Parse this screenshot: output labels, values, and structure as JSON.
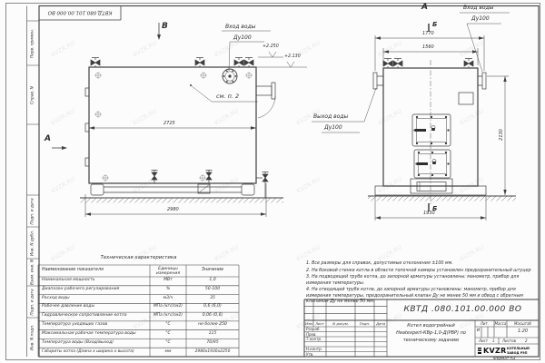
{
  "meta": {
    "watermark": "KVZR.RU"
  },
  "frame": {
    "top_stamp": "КВТД.080.101.00.000 ВО",
    "side_labels": [
      "Перв. примен.",
      "Справ. N",
      "Подп. и дата",
      "Инв. N дубл.",
      "Взам. инв. N",
      "Подп. и дата",
      "Инв. N подл."
    ],
    "format_label": "Формат А3"
  },
  "views": {
    "side": {
      "view_arrow_b": "В",
      "view_arrow_a": "А",
      "inlet_title": "Вход воды",
      "inlet_dn": "Ду100",
      "see_note": "см. п. 2",
      "dim_inner": "2725",
      "dim_length": "2980",
      "elev_top": "+2.250",
      "elev_body": "+2.130"
    },
    "front": {
      "view_label": "А",
      "section_mark": "Б",
      "section_mark_bottom": "Б",
      "inlet_title": "Вход воды",
      "inlet_dn": "Ду100",
      "outlet_title": "Выход воды",
      "outlet_dn": "Ду100",
      "dim_flanges": "1770",
      "dim_top": "1560",
      "dim_width": "1930",
      "dim_height": "2130"
    }
  },
  "tech_table": {
    "title": "Техническая характеристика",
    "headers": [
      "Наименование показателя",
      "Единицы измерения",
      "Значение"
    ],
    "rows": [
      [
        "Номинальная мощность",
        "МВт",
        "1,0"
      ],
      [
        "Диапазон рабочего регулирования",
        "%",
        "50-100"
      ],
      [
        "Расход воды",
        "м3/ч",
        "35"
      ],
      [
        "Рабочее давление воды",
        "МПа (кгс/см2)",
        "0,6 (6,0)"
      ],
      [
        "Гидравлическое сопротивление котла",
        "МПа (кгс/см2)",
        "0,06 (0,6)"
      ],
      [
        "Температура уходящих газов",
        "°С",
        "не более 250"
      ],
      [
        "Максимальная рабочая температура воды",
        "°С",
        "115"
      ],
      [
        "Температура воды (Вход/выход)",
        "°С",
        "70/95"
      ],
      [
        "Габариты котла (Длина х ширина х высота)",
        "мм",
        "2980х1930х2250"
      ]
    ]
  },
  "notes": [
    "1. Все размеры для справок, допустимые отклонения ±100 мм.",
    "2. На боковой стенке котла в области топочной камеры установлен предохранительный штуцер",
    "3. На подводящей трубе котла, до запорной арматуры установлены: манометр, прибор для измерения температуры.",
    "4. На отводящей трубе котла, до запорной арматуры установлены: манометр, прибор для измерения температуры, предохранительный клапан Ду не менее 50 мм и обвод с обратным клапаном Ду не менее 50 мм."
  ],
  "title_block": {
    "doc_number": "КВТД .080.101.00.000  ВО",
    "name_lines": [
      "Котел водогрейный",
      "Heatexpert-КВр-1,0-Д(РВР) по",
      "техническому заданию"
    ],
    "rev_header": [
      "Изм",
      "Лист",
      "N докум.",
      "Подп.",
      "Дата"
    ],
    "staff_labels": [
      "Разраб.",
      "Пров.",
      "Т.контр.",
      "Н.контр.",
      "Утв."
    ],
    "lit_label": "Лит.",
    "lit_value": "И",
    "mass_label": "Масса",
    "scale_label": "Масштаб",
    "scale_value": "1:20",
    "sheet_label": "Лист",
    "sheet_value": "1",
    "sheets_label": "Листов",
    "sheets_value": "2",
    "logo_text": "KVZR",
    "logo_sub1": "КОТЕЛЬНЫЙ",
    "logo_sub2": "ЗАВОД РЭП"
  }
}
